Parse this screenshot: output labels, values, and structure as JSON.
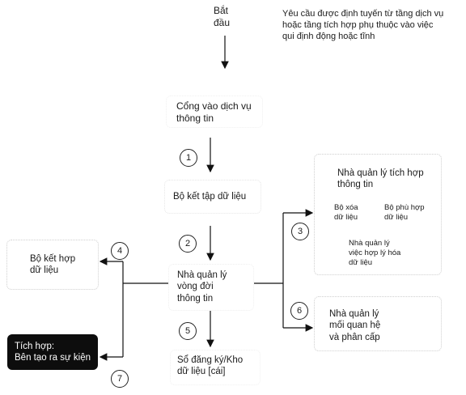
{
  "start": "Bắt\nđầu",
  "note": "Yêu cầu được định tuyến từ tầng dịch vụ\nhoặc tầng tích hợp phụ thuộc vào việc\nqui định động hoặc tĩnh",
  "gateway": "Cổng vào dịch vụ\nthông tin",
  "aggregator": "Bộ kết tập dữ liệu",
  "lifecycle": "Nhà quản lý\nvòng đời\nthông tin",
  "registry": "Sổ đăng ký/Kho\ndữ liệu [cái]",
  "integration_manager": "Nhà quản lý tích hợp\nthông tin",
  "cleanser": "Bộ xóa\ndữ liệu",
  "enricher": "Bộ phù hợp\ndữ liệu",
  "harmonizer": "Nhà quản lý\nviệc hợp lý hóa\ndữ liệu",
  "relationship_manager": "Nhà quản lý\nmối quan hệ\nvà phân cấp",
  "combiner": "Bộ kết hợp\ndữ liệu",
  "event_integration": "Tích hợp:\nBên tạo ra sự kiện",
  "steps": [
    "1",
    "2",
    "3",
    "4",
    "5",
    "6",
    "7"
  ]
}
